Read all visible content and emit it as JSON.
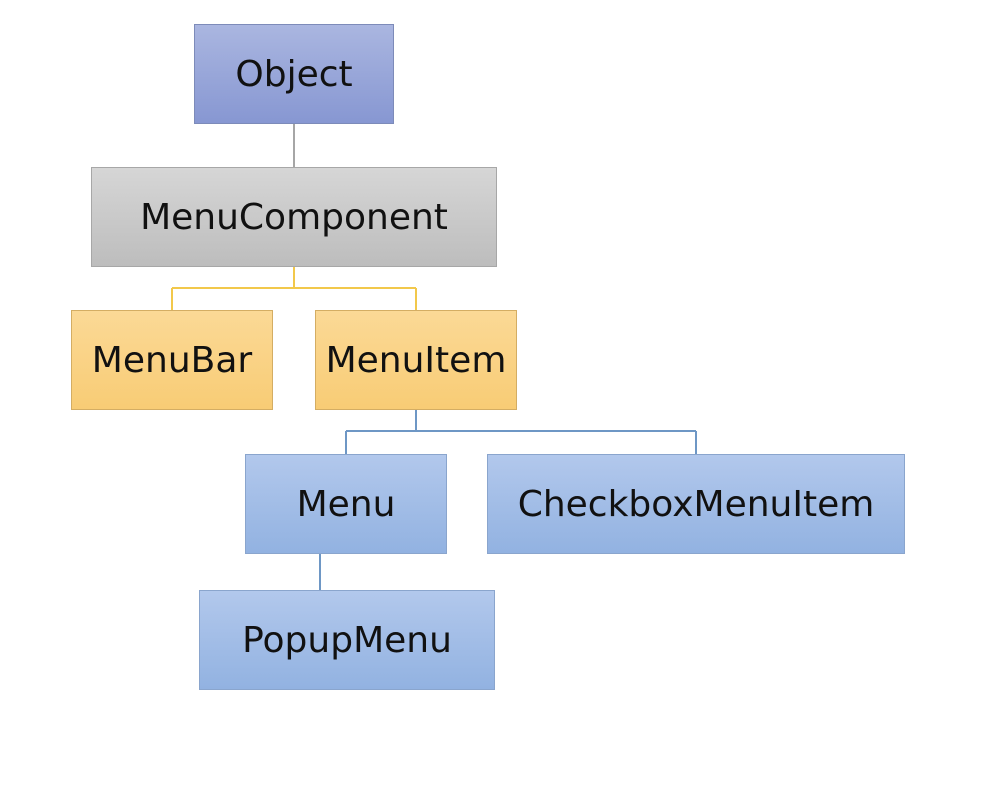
{
  "diagram": {
    "nodes": {
      "object": "Object",
      "menucomponent": "MenuComponent",
      "menubar": "MenuBar",
      "menuitem": "MenuItem",
      "menu": "Menu",
      "checkboxmenuitem": "CheckboxMenuItem",
      "popupmenu": "PopupMenu"
    },
    "edges": [
      [
        "object",
        "menucomponent"
      ],
      [
        "menucomponent",
        "menubar"
      ],
      [
        "menucomponent",
        "menuitem"
      ],
      [
        "menuitem",
        "menu"
      ],
      [
        "menuitem",
        "checkboxmenuitem"
      ],
      [
        "menu",
        "popupmenu"
      ]
    ],
    "colors": {
      "object": "#8797d2",
      "menucomponent": "#bdbdbd",
      "menubar": "#f8cc75",
      "menuitem": "#f8cc75",
      "menu": "#92b2e1",
      "checkboxmenuitem": "#92b2e1",
      "popupmenu": "#92b2e1",
      "connector_gray": "#a6a6a6",
      "connector_orange": "#f2c84b",
      "connector_blue": "#6e97c5"
    }
  }
}
